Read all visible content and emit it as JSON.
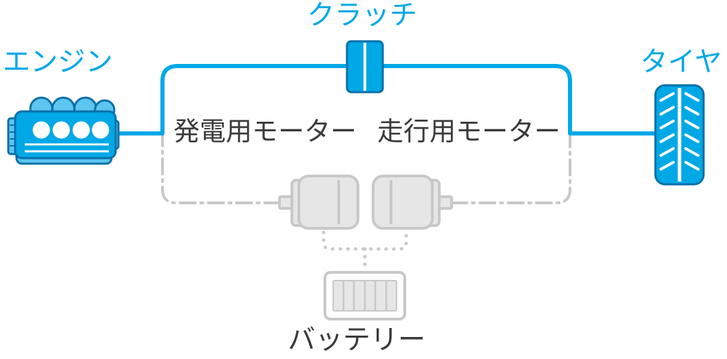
{
  "labels": {
    "engine": "エンジン",
    "clutch": "クラッチ",
    "tire": "タイヤ",
    "generator_motor": "発電用モーター",
    "traction_motor": "走行用モーター",
    "battery": "バッテリー"
  },
  "colors": {
    "accent": "#00a8e6",
    "accent_dark": "#0a6fa8",
    "accent_light": "#5cc6f0",
    "inactive": "#c8c8c8",
    "inactive_fill": "#e6e6e6",
    "text_dark": "#3a3a3a",
    "background": "#ffffff"
  },
  "icons": {
    "engine": "engine-icon",
    "clutch": "clutch-icon",
    "tire": "tire-icon",
    "generator_motor": "motor-icon",
    "traction_motor": "motor-icon",
    "battery": "battery-icon"
  }
}
